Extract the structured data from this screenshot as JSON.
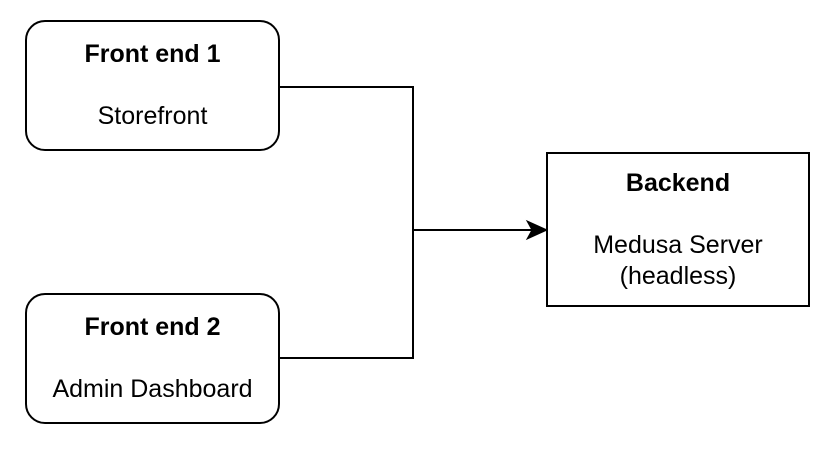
{
  "diagram": {
    "type": "flowchart",
    "background_color": "#ffffff",
    "stroke_color": "#000000",
    "text_color": "#000000",
    "nodes": [
      {
        "id": "frontend1",
        "shape": "rounded-rectangle",
        "title": "Front end 1",
        "subtitle": "Storefront"
      },
      {
        "id": "frontend2",
        "shape": "rounded-rectangle",
        "title": "Front end 2",
        "subtitle": "Admin Dashboard"
      },
      {
        "id": "backend",
        "shape": "rectangle",
        "title": "Backend",
        "subtitle_line1": "Medusa Server",
        "subtitle_line2": "(headless)"
      }
    ],
    "edges": [
      {
        "from": "frontend1",
        "to": "junction",
        "arrow": false
      },
      {
        "from": "frontend2",
        "to": "junction",
        "arrow": false
      },
      {
        "from": "junction",
        "to": "backend",
        "arrow": true,
        "arrowhead": "filled-triangle"
      }
    ]
  }
}
